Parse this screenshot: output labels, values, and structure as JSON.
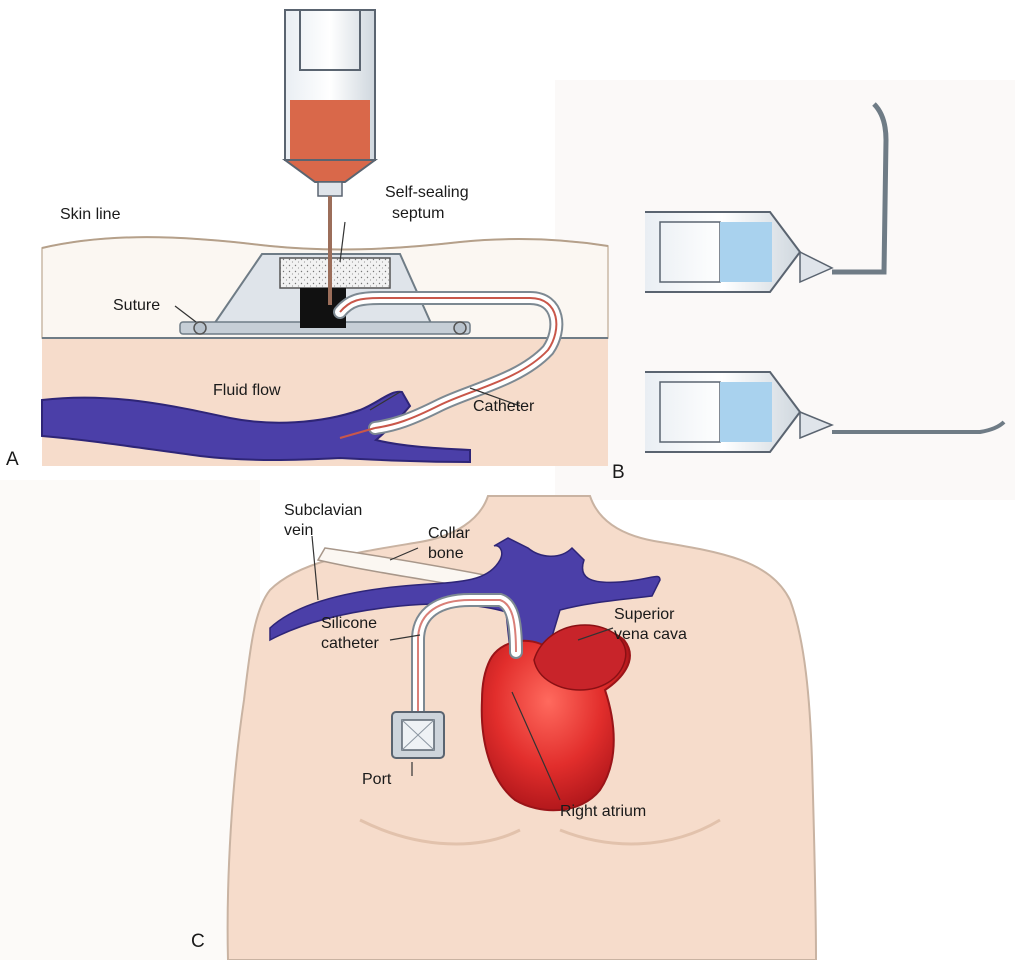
{
  "panels": {
    "a": {
      "letter": "A",
      "labels": {
        "skin_line": "Skin line",
        "self_sealing": "Self-sealing",
        "septum": "septum",
        "suture": "Suture",
        "fluid_flow": "Fluid flow",
        "catheter": "Catheter"
      }
    },
    "b": {
      "letter": "B"
    },
    "c": {
      "letter": "C",
      "labels": {
        "subclavian_1": "Subclavian",
        "subclavian_2": "vein",
        "collar_1": "Collar",
        "collar_2": "bone",
        "silicone_1": "Silicone",
        "silicone_2": "catheter",
        "superior_1": "Superior",
        "superior_2": "vena cava",
        "port": "Port",
        "right_atrium": "Right atrium"
      }
    }
  },
  "colors": {
    "vein": "#4b3fa8",
    "heart": "#d8262a",
    "skin": "#f6dccb",
    "syringe_fluid_a": "#d9684a",
    "syringe_fluid_b": "#a9d2ee"
  }
}
